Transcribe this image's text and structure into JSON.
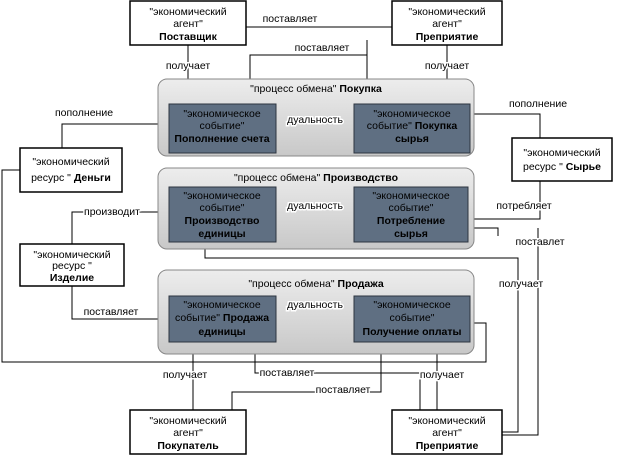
{
  "agents": {
    "supplier": {
      "line1": "\"экономический",
      "line2": "агент\"",
      "name": "Поставщик"
    },
    "enterprise_top": {
      "line1": "\"экономический",
      "line2": "агент\"",
      "name": "Преприятие"
    },
    "buyer": {
      "line1": "\"экономический",
      "line2": "агент\"",
      "name": "Покупатель"
    },
    "enterprise_bottom": {
      "line1": "\"экономический",
      "line2": "агент\"",
      "name": "Преприятие"
    }
  },
  "resources": {
    "money": {
      "line1": "\"экономический",
      "line2": "ресурс \"",
      "name": "Деньги"
    },
    "raw": {
      "line1": "\"экономический",
      "line2": "ресурс \"",
      "name": "Сырье"
    },
    "product": {
      "line1": "\"экономический",
      "line2": "ресурс \"",
      "name": "Изделие"
    }
  },
  "processes": {
    "purchase": {
      "prefix": "\"процесс обмена\"",
      "name": "Покупка"
    },
    "production": {
      "prefix": "\"процесс обмена\"",
      "name": "Производство"
    },
    "sale": {
      "prefix": "\"процесс обмена\"",
      "name": "Продажа"
    }
  },
  "events": {
    "account_topup": {
      "line1": "\"экономическое",
      "line2": "событие\"",
      "name": "Пополнение счета"
    },
    "raw_purchase": {
      "line1": "\"экономическое",
      "line2": "событие\"",
      "name_a": "Покупка",
      "name_b": "сырья"
    },
    "unit_production": {
      "line1": "\"экономическое",
      "line2": "событие\"",
      "name_a": "Производство",
      "name_b": "единицы"
    },
    "raw_consumption": {
      "line1": "\"экономическое",
      "line2": "событие\"",
      "name_a": "Потребление",
      "name_b": "сырья"
    },
    "unit_sale": {
      "line1": "\"экономическое",
      "line2": "событие\"",
      "name_a": "Продажа",
      "name_b": "единицы"
    },
    "payment_receipt": {
      "line1": "\"экономическое",
      "line2": "событие\"",
      "name": "Получение оплаты"
    }
  },
  "edge_labels": {
    "supplies_top": "поставляет",
    "supplies_mid": "поставляет",
    "receives_supplier": "получает",
    "receives_enterprise_top": "получает",
    "replenish_left": "пополнение",
    "replenish_right": "пополнение",
    "duality_1": "дуальность",
    "duality_2": "дуальность",
    "duality_3": "дуальность",
    "produces": "производит",
    "consumes": "потребляет",
    "supplies_right": "поставлет",
    "receives_right": "получает",
    "supplies_sale": "поставляет",
    "receives_buyer": "получает",
    "supplies_bottom_1": "поставляет",
    "supplies_bottom_2": "поставляет",
    "receives_enterprise_bottom": "получает"
  },
  "colors": {
    "event_fill": "#5f6f82",
    "process_fill": "#d6d6d6",
    "line": "#000000"
  }
}
